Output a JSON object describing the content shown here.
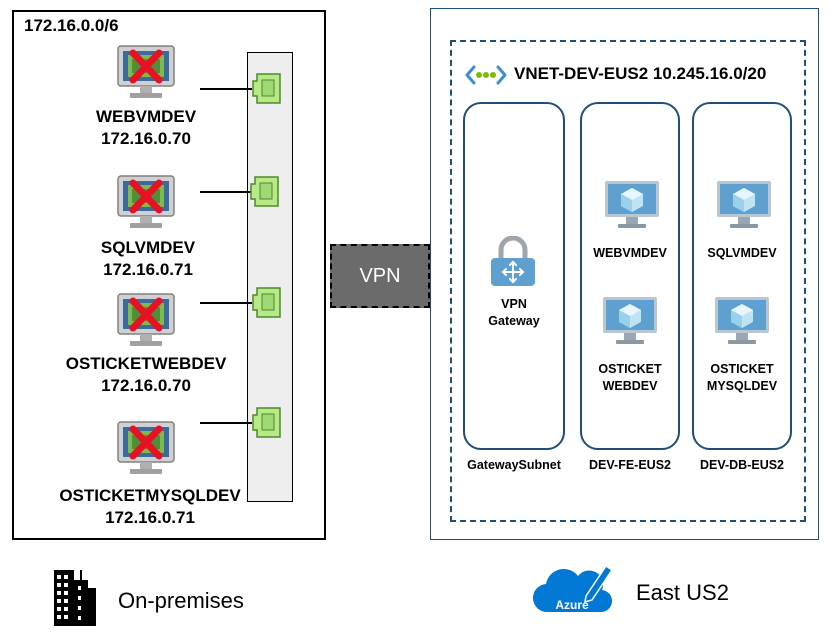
{
  "onprem": {
    "network": "172.16.0.0/6",
    "location_label": "On-premises",
    "vms": [
      {
        "name": "WEBVMDEV",
        "ip": "172.16.0.70",
        "icon": "desktop-unavailable-icon"
      },
      {
        "name": "SQLVMDEV",
        "ip": "172.16.0.71",
        "icon": "desktop-unavailable-icon"
      },
      {
        "name": "OSTICKETWEBDEV",
        "ip": "172.16.0.70",
        "icon": "desktop-unavailable-icon"
      },
      {
        "name": "OSTICKETMYSQLDEV",
        "ip": "172.16.0.71",
        "icon": "desktop-unavailable-icon"
      }
    ]
  },
  "vpn": {
    "label": "VPN"
  },
  "azure": {
    "vnet_title": "VNET-DEV-EUS2 10.245.16.0/20",
    "location_label": "East US2",
    "logo_text": "Azure",
    "gateway": {
      "line1": "VPN",
      "line2": "Gateway"
    },
    "subnets": [
      {
        "name": "GatewaySubnet"
      },
      {
        "name": "DEV-FE-EUS2"
      },
      {
        "name": "DEV-DB-EUS2"
      }
    ],
    "fe_vms": [
      {
        "line1": "WEBVMDEV",
        "line2": ""
      },
      {
        "line1": "OSTICKET",
        "line2": "WEBDEV"
      }
    ],
    "db_vms": [
      {
        "line1": "SQLVMDEV",
        "line2": ""
      },
      {
        "line1": "OSTICKET",
        "line2": "MYSQLDEV"
      }
    ]
  },
  "colors": {
    "azure_blue": "#1f4e79",
    "vm_screen": "#5ea0cf",
    "cube": "#bfe3f5",
    "red_x": "#e81123",
    "port_green": "#b8e986",
    "vpn_gray": "#6b6b6b"
  }
}
